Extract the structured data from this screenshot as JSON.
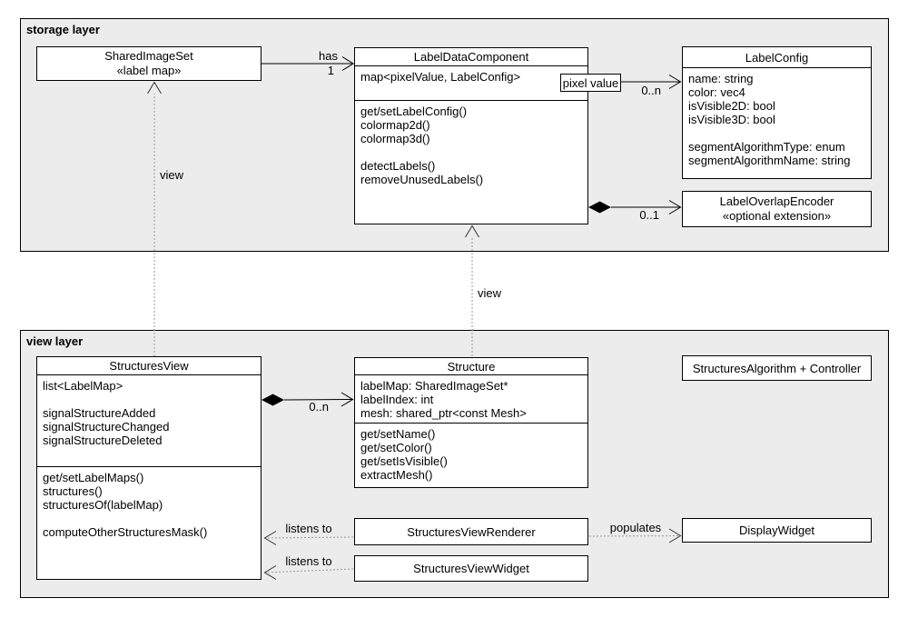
{
  "layers": {
    "storage": {
      "label": "storage layer"
    },
    "view": {
      "label": "view layer"
    }
  },
  "classes": {
    "sharedImageSet": {
      "title": "SharedImageSet",
      "stereotype": "«label map»"
    },
    "labelDataComponent": {
      "title": "LabelDataComponent",
      "attributes": [
        "map<pixelValue, LabelConfig>"
      ],
      "methods": [
        "get/setLabelConfig()",
        "colormap2d()",
        "colormap3d()",
        "",
        "detectLabels()",
        "removeUnusedLabels()"
      ]
    },
    "labelConfig": {
      "title": "LabelConfig",
      "attributes": [
        "name: string",
        "color: vec4",
        "isVisible2D: bool",
        "isVisible3D: bool",
        "",
        "segmentAlgorithmType: enum",
        "segmentAlgorithmName: string"
      ]
    },
    "labelOverlapEncoder": {
      "title": "LabelOverlapEncoder",
      "stereotype": "«optional extension»"
    },
    "structuresView": {
      "title": "StructuresView",
      "attributes": [
        "list<LabelMap>",
        "",
        "signalStructureAdded",
        "signalStructureChanged",
        "signalStructureDeleted"
      ],
      "methods": [
        "get/setLabelMaps()",
        "structures()",
        "structuresOf(labelMap)",
        "",
        "computeOtherStructuresMask()"
      ]
    },
    "structure": {
      "title": "Structure",
      "attributes": [
        "labelMap: SharedImageSet*",
        "labelIndex: int",
        "mesh: shared_ptr<const Mesh>"
      ],
      "methods": [
        "get/setName()",
        "get/setColor()",
        "get/setIsVisible()",
        "extractMesh()"
      ]
    },
    "structuresAlgorithm": {
      "title": "StructuresAlgorithm + Controller"
    },
    "structuresViewRenderer": {
      "title": "StructuresViewRenderer"
    },
    "structuresViewWidget": {
      "title": "StructuresViewWidget"
    },
    "displayWidget": {
      "title": "DisplayWidget"
    }
  },
  "qualifier": {
    "label": "pixel value"
  },
  "edges": {
    "has": {
      "label": "has",
      "multiplicity": "1"
    },
    "pixelToConfig": {
      "multiplicity": "0..n"
    },
    "toOverlapEncoder": {
      "multiplicity": "0..1"
    },
    "viewToSharedImageSet": {
      "label": "view"
    },
    "viewToLabelDataComponent": {
      "label": "view"
    },
    "structuresToStructure": {
      "multiplicity": "0..n"
    },
    "rendererListens": {
      "label": "listens to"
    },
    "widgetListens": {
      "label": "listens to"
    },
    "populates": {
      "label": "populates"
    }
  },
  "colors": {
    "layer_bg": "#ececec",
    "box_bg": "#ffffff",
    "border": "#000000",
    "dashed_line": "#999999"
  }
}
